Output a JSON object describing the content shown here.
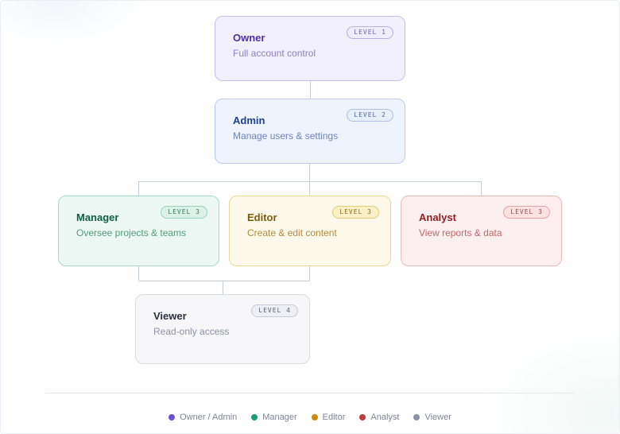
{
  "nodes": {
    "owner": {
      "title": "Owner",
      "desc": "Full account control",
      "badge": "LEVEL 1"
    },
    "admin": {
      "title": "Admin",
      "desc": "Manage users & settings",
      "badge": "LEVEL 2"
    },
    "manager": {
      "title": "Manager",
      "desc": "Oversee projects & teams",
      "badge": "LEVEL 3"
    },
    "editor": {
      "title": "Editor",
      "desc": "Create & edit content",
      "badge": "LEVEL 3"
    },
    "analyst": {
      "title": "Analyst",
      "desc": "View reports & data",
      "badge": "LEVEL 3"
    },
    "viewer": {
      "title": "Viewer",
      "desc": "Read-only access",
      "badge": "LEVEL 4"
    }
  },
  "legend": [
    {
      "label": "Owner / Admin",
      "color": "#6b4fd8"
    },
    {
      "label": "Manager",
      "color": "#1a9e78"
    },
    {
      "label": "Editor",
      "color": "#c98a0e"
    },
    {
      "label": "Analyst",
      "color": "#c23b3b"
    },
    {
      "label": "Viewer",
      "color": "#8e92a6"
    }
  ]
}
